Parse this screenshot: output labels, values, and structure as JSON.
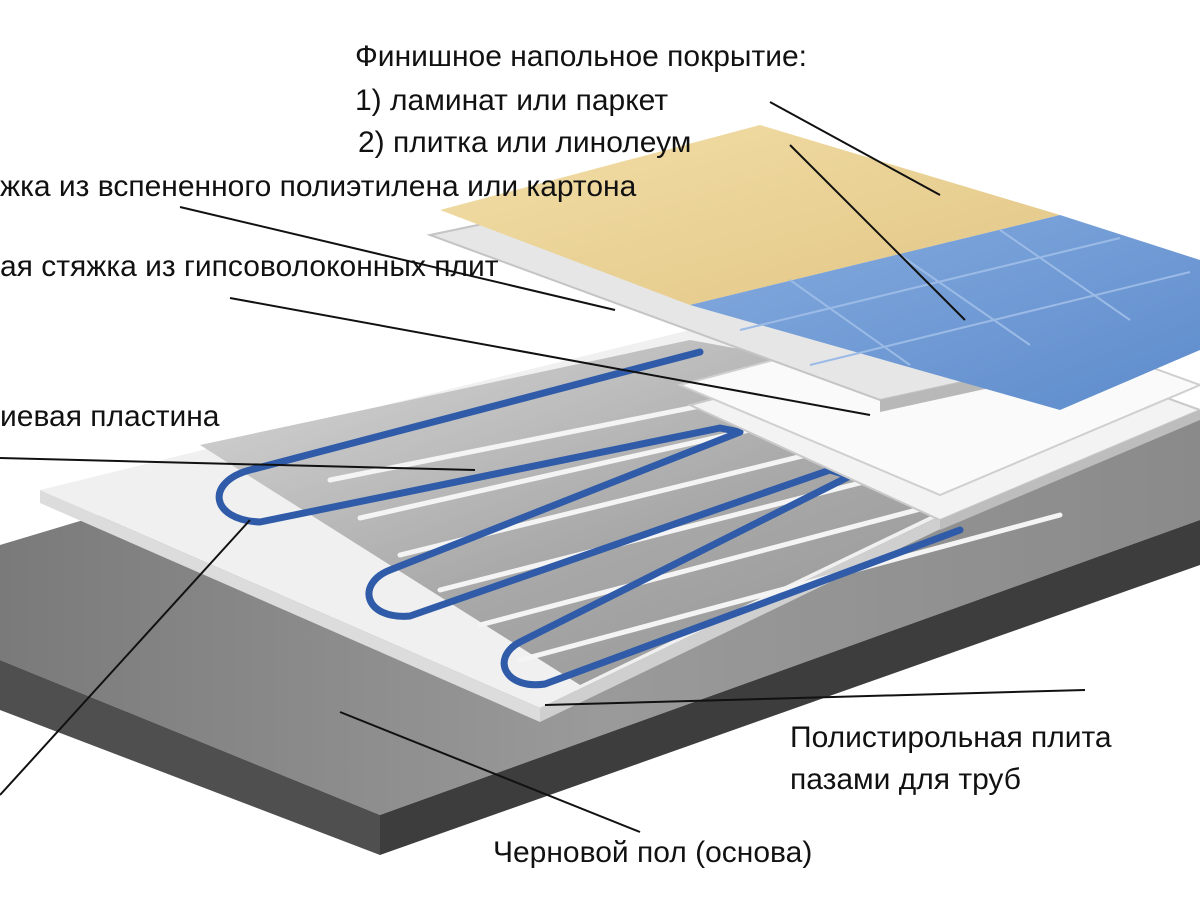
{
  "labels": {
    "finish_title": "Финишное напольное покрытие:",
    "finish_option_1": "1) ламинат или паркет",
    "finish_option_2": "2) плитка или линолеум",
    "underlay": "жка из вспененного полиэтилена или картона",
    "gypsum_screed": "ая стяжка из гипсоволоконных плит",
    "aluminium_plate": "иевая пластина",
    "polystyrene_line_1": "Полистирольная плита",
    "polystyrene_line_2": "пазами для труб",
    "subfloor": "Черновой пол (основа)"
  },
  "colors": {
    "laminate": "#e9d29a",
    "tile": "#6f9bd8",
    "pipe": "#2f5ba8",
    "concrete": "#6f6f6f",
    "polystyrene": "#efefef",
    "aluminium": "#bdbdbd",
    "leader_line": "#111111"
  }
}
